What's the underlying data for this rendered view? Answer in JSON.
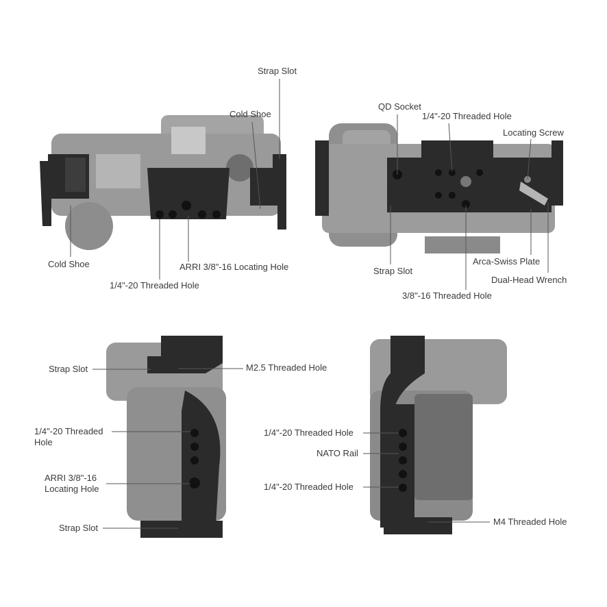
{
  "colors": {
    "camera": "#8f8f8f",
    "camera_dark": "#6e6e6e",
    "cage": "#2b2b2b",
    "leader": "#555555",
    "text": "#3a3a3a"
  },
  "views": {
    "top": {
      "labels": [
        "Strap Slot",
        "Cold Shoe",
        "Cold Shoe",
        "ARRI 3/8\"-16 Locating Hole",
        "1/4\"-20 Threaded Hole"
      ]
    },
    "bottom": {
      "labels": [
        "QD Socket",
        "1/4\"-20 Threaded Hole",
        "Locating Screw",
        "Strap Slot",
        "Arca-Swiss Plate",
        "Dual-Head Wrench",
        "3/8\"-16 Threaded Hole"
      ]
    },
    "right_side": {
      "labels": [
        "Strap Slot",
        "M2.5 Threaded Hole",
        "1/4\"-20 Threaded\nHole",
        "ARRI 3/8\"-16\nLocating Hole",
        "Strap Slot"
      ]
    },
    "left_side": {
      "labels": [
        "1/4\"-20 Threaded Hole",
        "NATO Rail",
        "1/4\"-20 Threaded Hole",
        "M4 Threaded Hole"
      ]
    }
  }
}
